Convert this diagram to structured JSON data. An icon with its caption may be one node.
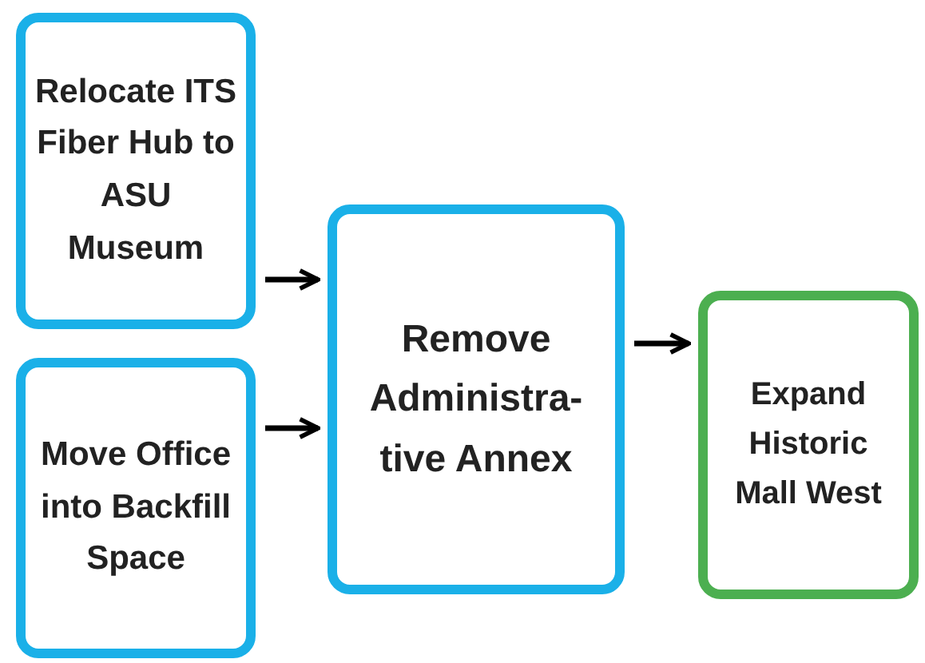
{
  "diagram": {
    "nodes": [
      {
        "text": [
          "Relocate ITS Fiber Hub to ASU Museum"
        ]
      },
      {
        "text": [
          "Move Office into Backfill Space"
        ]
      },
      {
        "text": [
          "Remove Administra-tive Annex"
        ]
      },
      {
        "text": [
          "Expand Historic Mall West"
        ]
      }
    ],
    "edges": [
      {
        "from": 0,
        "to": 2,
        "arrow": "to"
      },
      {
        "from": 1,
        "to": 2,
        "arrow": "to"
      },
      {
        "from": 2,
        "to": 3,
        "arrow": "to"
      }
    ]
  }
}
